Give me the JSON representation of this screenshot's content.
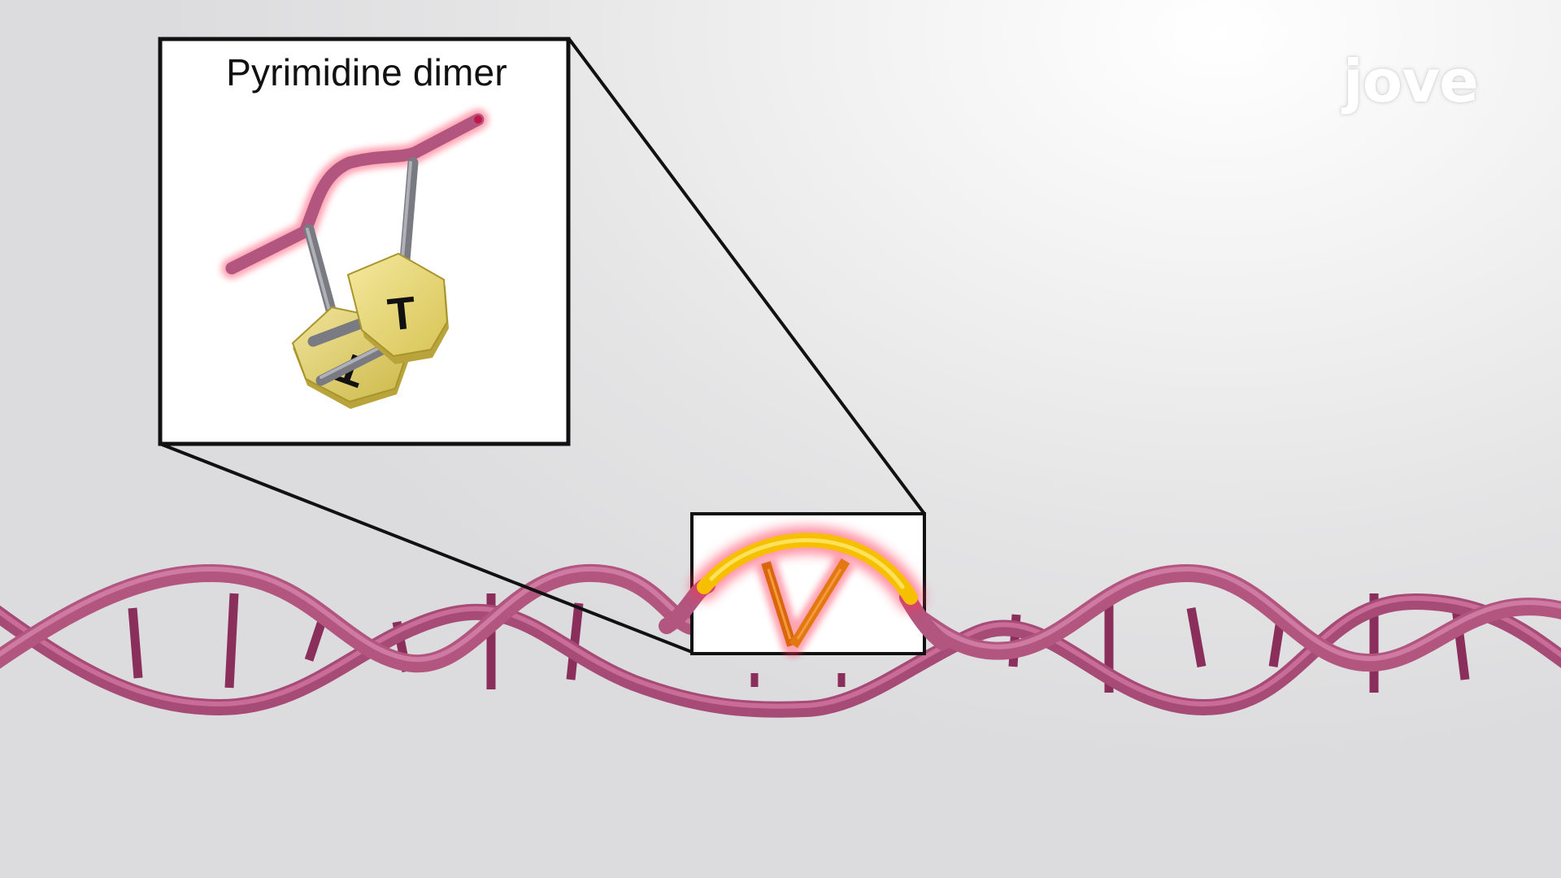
{
  "inset": {
    "title": "Pyrimidine dimer",
    "base_label_front": "T",
    "base_label_back": "T"
  },
  "branding": {
    "logo_text": "jove"
  },
  "colors": {
    "backbone": "#b2567f",
    "rung": "#8a2e5c",
    "damage_highlight": "#f6c000",
    "dimer_bond": "#d9660c",
    "base_fill": "#e3d36a",
    "linker": "#8e8e96",
    "glow": "#ff3355"
  }
}
